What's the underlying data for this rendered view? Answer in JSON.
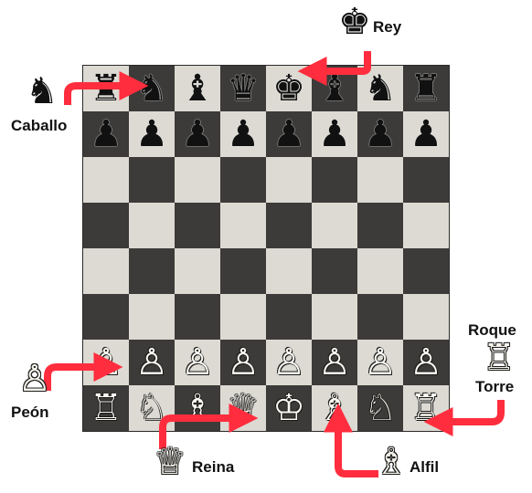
{
  "labels": {
    "rey": "Rey",
    "caballo": "Caballo",
    "peon": "Peón",
    "reina": "Reina",
    "alfil": "Alfil",
    "roque": "Roque",
    "torre": "Torre"
  },
  "board": {
    "rows": [
      [
        "br",
        "bn",
        "bb",
        "bq",
        "bk",
        "bb",
        "bn",
        "br"
      ],
      [
        "bp",
        "bp",
        "bp",
        "bp",
        "bp",
        "bp",
        "bp",
        "bp"
      ],
      [
        "",
        "",
        "",
        "",
        "",
        "",
        "",
        ""
      ],
      [
        "",
        "",
        "",
        "",
        "",
        "",
        "",
        ""
      ],
      [
        "",
        "",
        "",
        "",
        "",
        "",
        "",
        ""
      ],
      [
        "",
        "",
        "",
        "",
        "",
        "",
        "",
        ""
      ],
      [
        "wp",
        "wp",
        "wp",
        "wp",
        "wp",
        "wp",
        "wp",
        "wp"
      ],
      [
        "wr",
        "wn",
        "wb",
        "wq",
        "wk",
        "wb",
        "wn",
        "wr"
      ]
    ]
  },
  "colors": {
    "light_square": "#dcdad2",
    "dark_square": "#3c3b39",
    "arrow": "#ff2d3d"
  }
}
